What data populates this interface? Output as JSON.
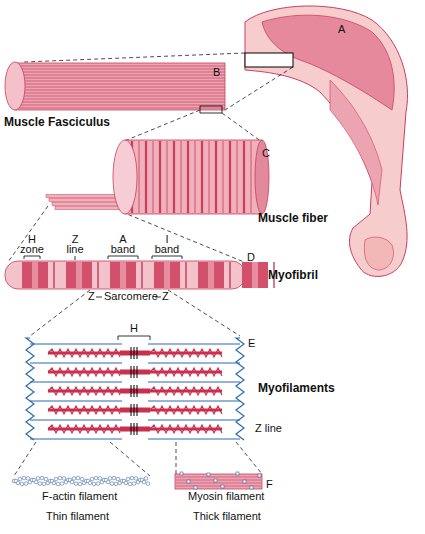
{
  "diagram": {
    "labels": [
      "A",
      "B",
      "Muscle Fasciculus",
      "C",
      "Muscle fiber",
      "H zone",
      "Z line",
      "A band",
      "I band",
      "D",
      "Myofibril",
      "Z",
      "Sarcomere",
      "Z",
      "H",
      "E",
      "Myofilaments",
      "Z line",
      "F-actin filament",
      "Thin filament",
      "Myosin filament",
      "Thick filament",
      "F"
    ]
  }
}
